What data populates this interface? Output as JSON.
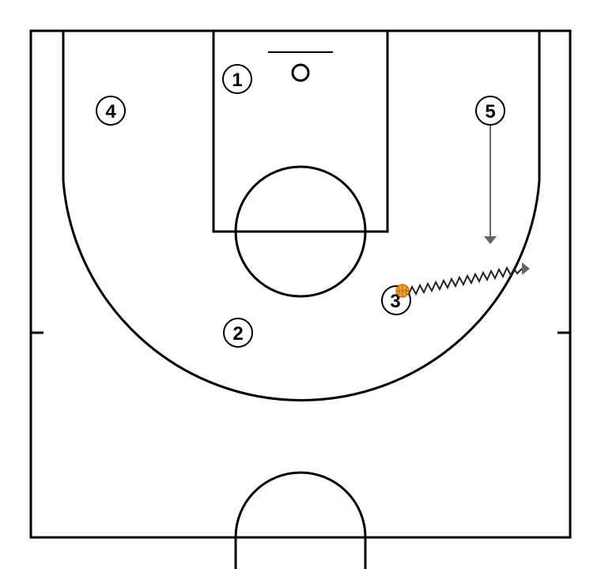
{
  "colors": {
    "court_line": "#000000",
    "background": "#ffffff",
    "movement_arrow": "#666666",
    "dribble_line": "#222222",
    "ball": "#f0a030",
    "ball_seam": "#b86a10"
  },
  "players": [
    {
      "id": "p1",
      "label": "1"
    },
    {
      "id": "p2",
      "label": "2"
    },
    {
      "id": "p3",
      "label": "3",
      "has_ball": true
    },
    {
      "id": "p4",
      "label": "4"
    },
    {
      "id": "p5",
      "label": "5"
    }
  ],
  "actions": [
    {
      "type": "cut",
      "player": "5",
      "icon": "straight-arrow"
    },
    {
      "type": "dribble",
      "player": "3",
      "icon": "zigzag-arrow"
    }
  ]
}
